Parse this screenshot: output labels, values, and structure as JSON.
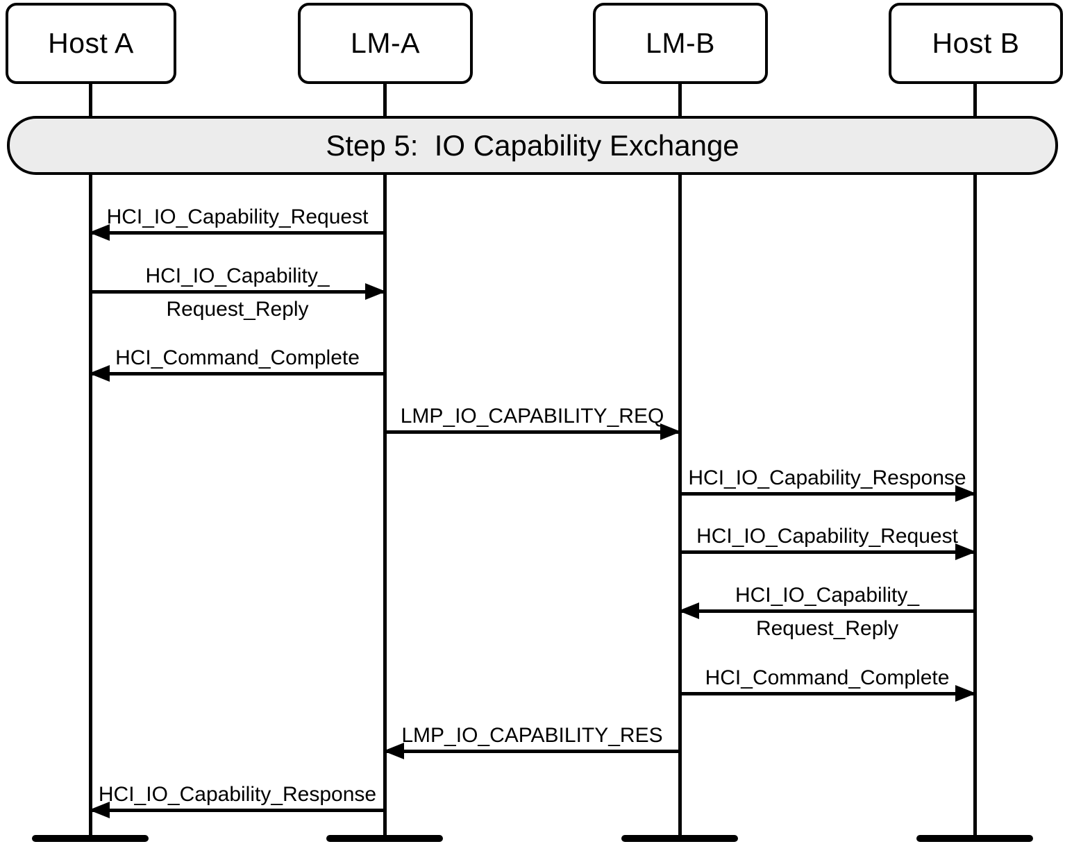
{
  "diagram": {
    "title_banner": {
      "label": "Step 5:  IO Capability Exchange",
      "fill_color": "#ececec",
      "border_color": "#000000"
    },
    "actors": [
      {
        "id": "host-a",
        "label": "Host A"
      },
      {
        "id": "lm-a",
        "label": "LM-A"
      },
      {
        "id": "lm-b",
        "label": "LM-B"
      },
      {
        "id": "host-b",
        "label": "Host B"
      }
    ],
    "messages": [
      {
        "label": "HCI_IO_Capability_Request",
        "from": "LM-A",
        "to": "Host A",
        "direction": "left"
      },
      {
        "label": "HCI_IO_Capability_",
        "label2": "Request_Reply",
        "from": "Host A",
        "to": "LM-A",
        "direction": "right"
      },
      {
        "label": "HCI_Command_Complete",
        "from": "LM-A",
        "to": "Host A",
        "direction": "left"
      },
      {
        "label": "LMP_IO_CAPABILITY_REQ",
        "from": "LM-A",
        "to": "LM-B",
        "direction": "right"
      },
      {
        "label": "HCI_IO_Capability_Response",
        "from": "LM-B",
        "to": "Host B",
        "direction": "right"
      },
      {
        "label": "HCI_IO_Capability_Request",
        "from": "LM-B",
        "to": "Host B",
        "direction": "right"
      },
      {
        "label": "HCI_IO_Capability_",
        "label2": "Request_Reply",
        "from": "Host B",
        "to": "LM-B",
        "direction": "left"
      },
      {
        "label": "HCI_Command_Complete",
        "from": "LM-B",
        "to": "Host B",
        "direction": "right"
      },
      {
        "label": "LMP_IO_CAPABILITY_RES",
        "from": "LM-B",
        "to": "LM-A",
        "direction": "left"
      },
      {
        "label": "HCI_IO_Capability_Response",
        "from": "LM-A",
        "to": "Host A",
        "direction": "left"
      }
    ],
    "colors": {
      "line": "#000000",
      "background": "#ffffff",
      "banner_fill": "#ececec"
    }
  }
}
